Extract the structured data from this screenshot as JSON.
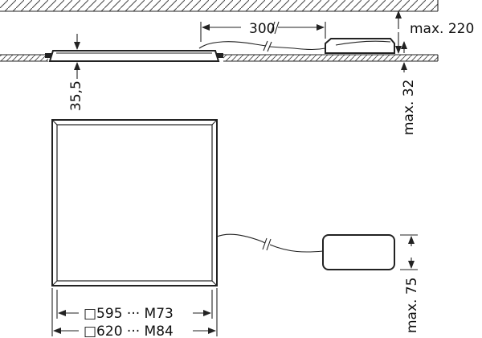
{
  "dimensions": {
    "cable_length": "300",
    "ceiling_clearance": "max. 220",
    "panel_depth": "35,5",
    "driver_height": "max. 32",
    "driver_width": "max. 75",
    "size_595": "□595 ··· M73",
    "size_620": "□620 ··· M84"
  }
}
